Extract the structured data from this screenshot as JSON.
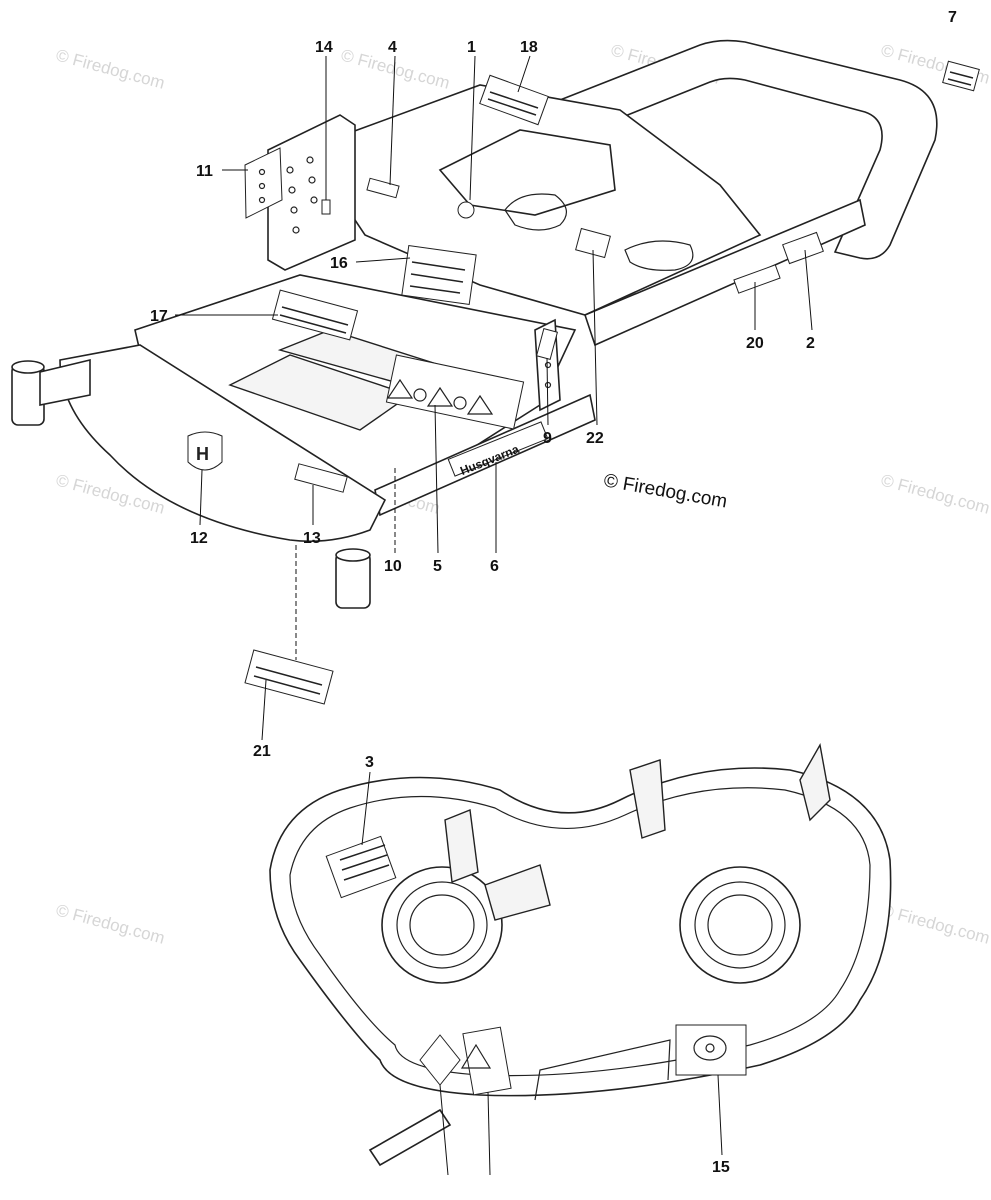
{
  "watermark": {
    "main": "© Firedog.com",
    "faint": "© Firedog.com"
  },
  "callouts": {
    "c1": "1",
    "c2": "2",
    "c3": "3",
    "c4": "4",
    "c5": "5",
    "c6": "6",
    "c7": "7",
    "c9": "9",
    "c10": "10",
    "c11": "11",
    "c12": "12",
    "c13": "13",
    "c14": "14",
    "c15": "15",
    "c16": "16",
    "c17": "17",
    "c18": "18",
    "c20": "20",
    "c21": "21",
    "c22": "22"
  },
  "labels": {
    "brand": "Husqvarna"
  }
}
